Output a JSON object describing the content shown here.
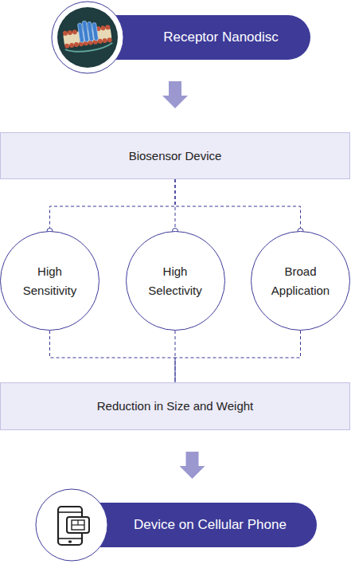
{
  "diagram": {
    "nodes": [
      {
        "text": [
          "Receptor Nanodisc"
        ]
      },
      {
        "text": [
          "Biosensor Device"
        ]
      },
      {
        "text": [
          "High Sensitivity"
        ]
      },
      {
        "text": [
          "High Selectivity"
        ]
      },
      {
        "text": [
          "Broad Application"
        ]
      },
      {
        "text": [
          "Reduction in Size and Weight"
        ]
      },
      {
        "text": [
          "Device on Cellular Phone"
        ]
      }
    ],
    "edges": [
      {
        "from": 0,
        "to": 1,
        "arrow": "to"
      },
      {
        "from": 1,
        "to": 2,
        "arrow": "none"
      },
      {
        "from": 1,
        "to": 3,
        "arrow": "none"
      },
      {
        "from": 1,
        "to": 4,
        "arrow": "none"
      },
      {
        "from": 2,
        "to": 5,
        "arrow": "none"
      },
      {
        "from": 3,
        "to": 5,
        "arrow": "none"
      },
      {
        "from": 4,
        "to": 5,
        "arrow": "none"
      },
      {
        "from": 5,
        "to": 6,
        "arrow": "to"
      }
    ]
  }
}
